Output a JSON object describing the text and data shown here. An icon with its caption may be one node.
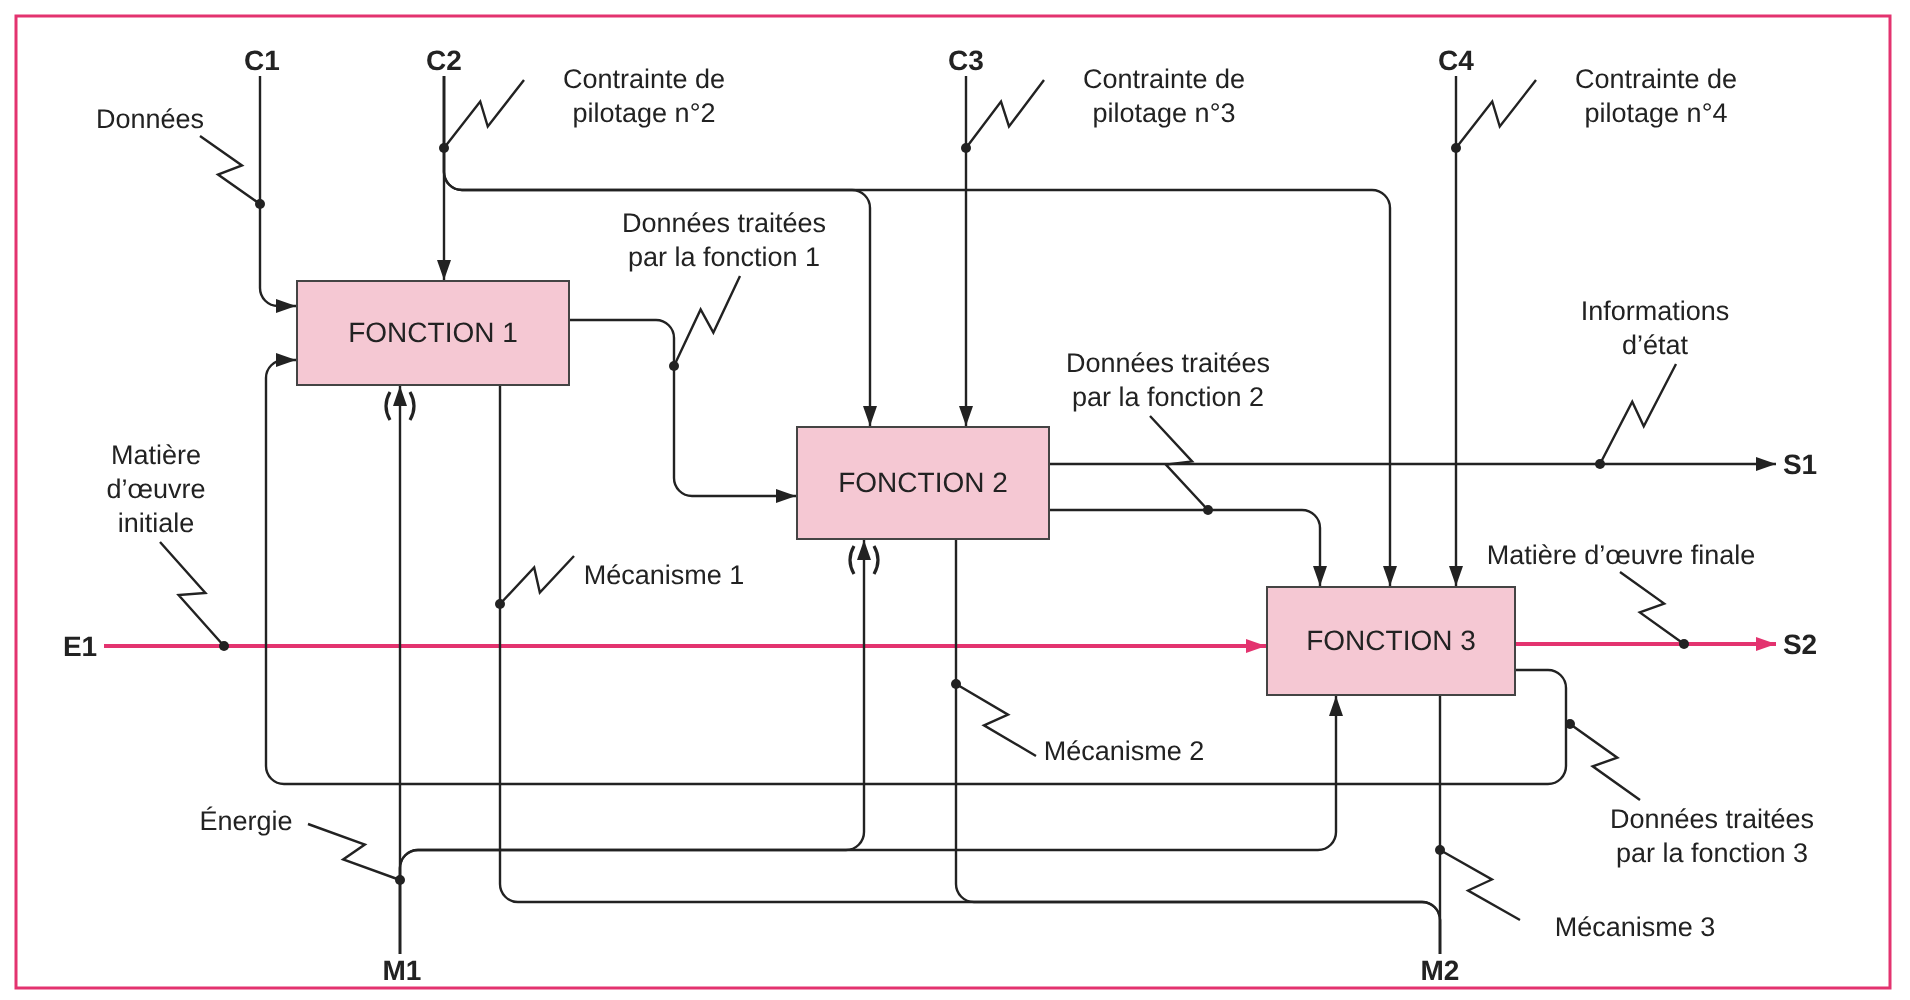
{
  "diagram": {
    "nodes": [
      {
        "text": [
          "C1"
        ]
      },
      {
        "text": [
          "C2"
        ]
      },
      {
        "text": [
          "C3"
        ]
      },
      {
        "text": [
          "C4"
        ]
      },
      {
        "text": [
          "Données"
        ]
      },
      {
        "text": [
          "Contrainte de pilotage n°2"
        ]
      },
      {
        "text": [
          "Contrainte de pilotage n°3"
        ]
      },
      {
        "text": [
          "Contrainte de pilotage n°4"
        ]
      },
      {
        "text": [
          "FONCTION 1"
        ]
      },
      {
        "text": [
          "Données traitées par la fonction 1"
        ]
      },
      {
        "text": [
          "Informations d’état"
        ]
      },
      {
        "text": [
          "Données traitées par la fonction 2"
        ]
      },
      {
        "text": [
          "Matière d’œuvre initiale"
        ]
      },
      {
        "text": [
          "FONCTION 2"
        ]
      },
      {
        "text": [
          "S1"
        ]
      },
      {
        "text": [
          "Mécanisme 1"
        ]
      },
      {
        "text": [
          "Matière d’œuvre finale"
        ]
      },
      {
        "text": [
          "E1"
        ]
      },
      {
        "text": [
          "FONCTION 3"
        ]
      },
      {
        "text": [
          "S2"
        ]
      },
      {
        "text": [
          "Mécanisme 2"
        ]
      },
      {
        "text": [
          "Énergie"
        ]
      },
      {
        "text": [
          "Données traitées par la fonction 3"
        ]
      },
      {
        "text": [
          "Mécanisme 3"
        ]
      },
      {
        "text": [
          "M1"
        ]
      },
      {
        "text": [
          "M2"
        ]
      }
    ],
    "edges": [
      {
        "from": 0,
        "to": 8,
        "arrow": "to"
      },
      {
        "from": 1,
        "to": 8,
        "arrow": "to"
      },
      {
        "from": 1,
        "to": 13,
        "arrow": "to"
      },
      {
        "from": 1,
        "to": 18,
        "arrow": "to"
      },
      {
        "from": 2,
        "to": 13,
        "arrow": "to"
      },
      {
        "from": 3,
        "to": 18,
        "arrow": "to"
      },
      {
        "from": 8,
        "to": 13,
        "arrow": "to"
      },
      {
        "from": 13,
        "to": 14,
        "arrow": "to"
      },
      {
        "from": 13,
        "to": 18,
        "arrow": "to"
      },
      {
        "from": 17,
        "to": 18,
        "arrow": "to",
        "color": "#e3336f"
      },
      {
        "from": 18,
        "to": 19,
        "arrow": "to",
        "color": "#e3336f"
      },
      {
        "from": 18,
        "to": 8,
        "arrow": "to"
      },
      {
        "from": 24,
        "to": 8,
        "arrow": "to"
      },
      {
        "from": 24,
        "to": 13,
        "arrow": "to"
      },
      {
        "from": 24,
        "to": 18,
        "arrow": "to"
      },
      {
        "from": 25,
        "to": 8,
        "arrow": "none"
      },
      {
        "from": 25,
        "to": 13,
        "arrow": "none"
      },
      {
        "from": 25,
        "to": 18,
        "arrow": "none"
      },
      {
        "from": 4,
        "to": null,
        "arrow": "other"
      },
      {
        "from": 5,
        "to": null,
        "arrow": "other"
      },
      {
        "from": 6,
        "to": null,
        "arrow": "other"
      },
      {
        "from": 7,
        "to": null,
        "arrow": "other"
      },
      {
        "from": 9,
        "to": null,
        "arrow": "other"
      },
      {
        "from": 10,
        "to": null,
        "arrow": "other"
      },
      {
        "from": 11,
        "to": null,
        "arrow": "other"
      },
      {
        "from": 12,
        "to": null,
        "arrow": "other"
      },
      {
        "from": 15,
        "to": null,
        "arrow": "other"
      },
      {
        "from": 16,
        "to": null,
        "arrow": "other"
      },
      {
        "from": 20,
        "to": null,
        "arrow": "other"
      },
      {
        "from": 21,
        "to": null,
        "arrow": "other"
      },
      {
        "from": 22,
        "to": null,
        "arrow": "other"
      },
      {
        "from": 23,
        "to": null,
        "arrow": "other"
      }
    ]
  }
}
